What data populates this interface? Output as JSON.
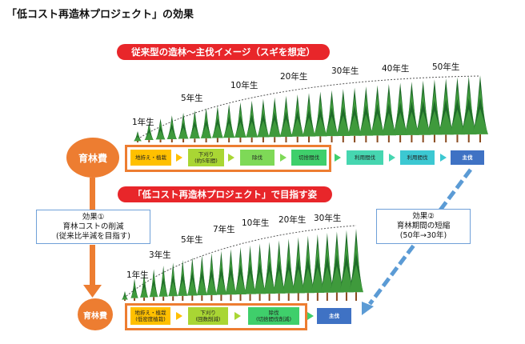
{
  "title": "「低コスト再造林プロジェクト」の効果",
  "top": {
    "banner": "従来型の造林〜主伐イメージ（スギを想定）",
    "ages": [
      "1年生",
      "5年生",
      "10年生",
      "20年生",
      "30年生",
      "40年生",
      "50年生"
    ],
    "cost_label": "育林費",
    "steps": [
      {
        "line1": "地拵え・植栽",
        "line2": ""
      },
      {
        "line1": "下刈り",
        "line2": "(約5年間)"
      },
      {
        "line1": "除伐",
        "line2": ""
      },
      {
        "line1": "切捨間伐",
        "line2": ""
      },
      {
        "line1": "利用間伐",
        "line2": ""
      },
      {
        "line1": "利用間伐",
        "line2": ""
      },
      {
        "line1": "主伐",
        "line2": ""
      }
    ]
  },
  "bottom": {
    "banner": "「低コスト再造林プロジェクト」で目指す姿",
    "ages": [
      "1年生",
      "3年生",
      "5年生",
      "7年生",
      "10年生",
      "20年生",
      "30年生"
    ],
    "cost_label": "育林費",
    "steps": [
      {
        "line1": "地拵え・植栽",
        "line2": "(低密度植栽)"
      },
      {
        "line1": "下刈り",
        "line2": "(回数削減)"
      },
      {
        "line1": "除伐",
        "line2": "(切捨間伐削減)"
      },
      {
        "line1": "主伐",
        "line2": ""
      }
    ]
  },
  "effect1": {
    "title": "効果①",
    "line1": "育林コストの削減",
    "line2": "(従来比半減を目指す)"
  },
  "effect2": {
    "title": "効果②",
    "line1": "育林期間の短縮",
    "line2": "(50年→30年)"
  },
  "colors": {
    "banner": "#e8262a",
    "circle": "#ed7d31",
    "frame": "#ed7d31",
    "tree_dark": "#1f6b2a",
    "tree_light": "#3f9a3c",
    "trunk": "#8a4b1e",
    "dashed_arrow": "#5b9bd5",
    "final_step": "#3f72c4"
  }
}
